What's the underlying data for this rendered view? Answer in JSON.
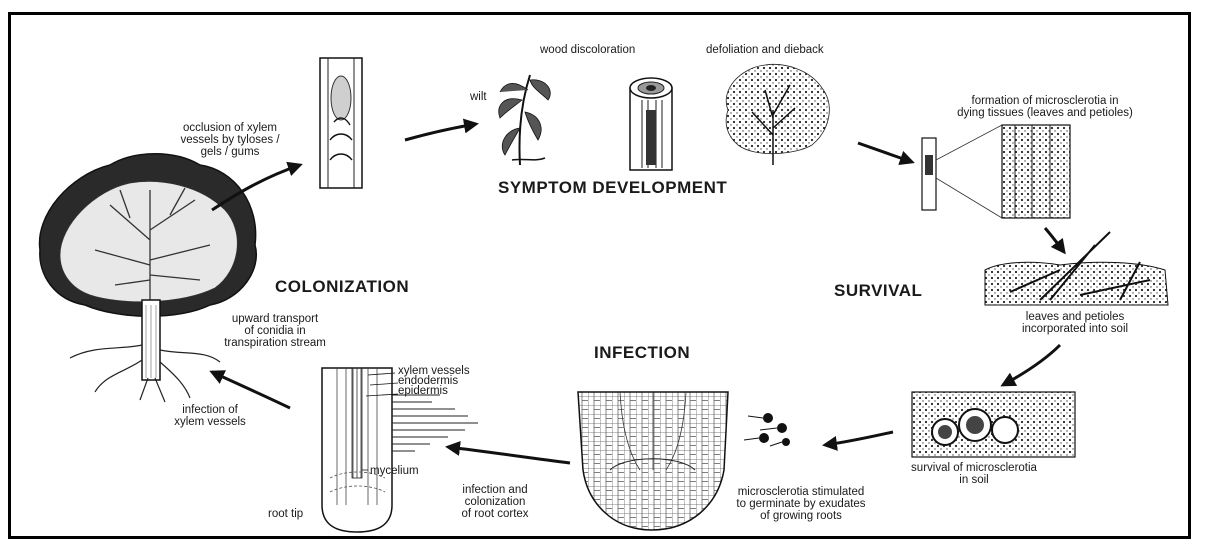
{
  "stages": {
    "symptom": "SYMPTOM DEVELOPMENT",
    "colonization": "COLONIZATION",
    "survival": "SURVIVAL",
    "infection": "INFECTION"
  },
  "labels": {
    "wood_discoloration": "wood discoloration",
    "defoliation": "defoliation and dieback",
    "wilt": "wilt",
    "occlusion": "occlusion of xylem\nvessels by tyloses /\ngels / gums",
    "formation": "formation of microsclerotia in\ndying tissues (leaves and petioles)",
    "leaves_incorporated": "leaves and petioles\nincorporated into soil",
    "survival_microsclerotia": "survival of microsclerotia\nin soil",
    "microsclerotia_stimulated": "microsclerotia stimulated\nto germinate by exudates\nof growing roots",
    "infection_colonization": "infection and\ncolonization\nof root cortex",
    "xylem_vessels": "xylem vessels",
    "endodermis": "endodermis",
    "epidermis": "epidermis",
    "mycelium": "mycelium",
    "root_tip": "root tip",
    "infection_xylem": "infection of\nxylem vessels",
    "upward_transport": "upward transport\nof conidia in\ntranspiration stream"
  },
  "colors": {
    "ink": "#1a1a1a",
    "frame": "#000000",
    "background": "#ffffff"
  },
  "icons": [
    "tree-icon",
    "wilted-plant-icon",
    "wood-stem-icon",
    "dieback-tree-icon",
    "stem-section-icon",
    "soil-debris-icon",
    "microsclerotia-icon",
    "root-tip-icon",
    "root-section-icon",
    "xylem-vessel-icon"
  ]
}
